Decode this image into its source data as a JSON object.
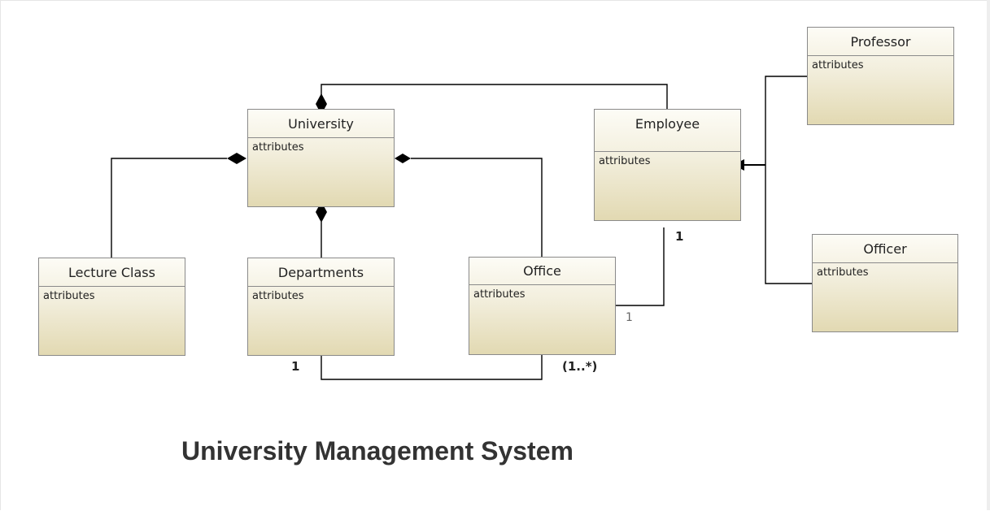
{
  "title": "University Management System",
  "classes": {
    "university": {
      "name": "University",
      "body": "attributes"
    },
    "employee": {
      "name": "Employee",
      "body": "attributes"
    },
    "professor": {
      "name": "Professor",
      "body": "attributes"
    },
    "officer": {
      "name": "Officer",
      "body": "attributes"
    },
    "lecture_class": {
      "name": "Lecture Class",
      "body": "attributes"
    },
    "departments": {
      "name": "Departments",
      "body": "attributes"
    },
    "office": {
      "name": "Office",
      "body": "attributes"
    }
  },
  "multiplicities": {
    "employee_end": "1",
    "office_end": "1",
    "departments_end": "1",
    "office_many": "(1..*)"
  }
}
